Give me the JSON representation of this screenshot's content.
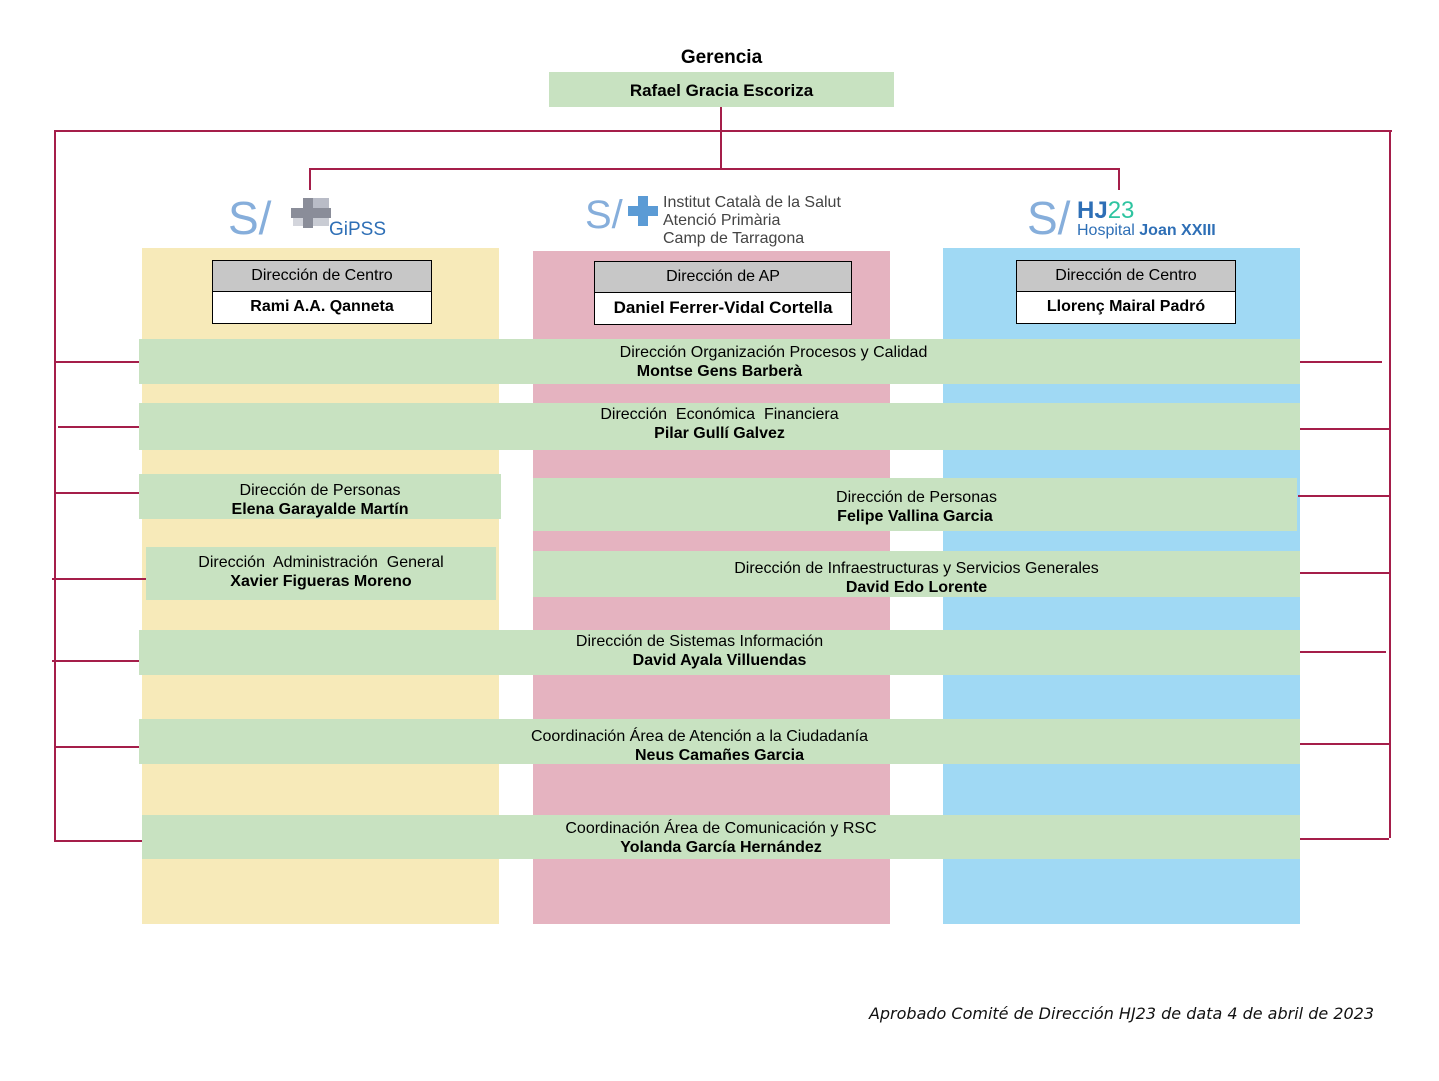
{
  "gerencia": {
    "title": "Gerencia",
    "name": "Rafael Gracia Escoriza"
  },
  "logos": {
    "gipss": {
      "mark": "S/",
      "text": "GiPSS",
      "icon": "gipss-cross-icon"
    },
    "ics": {
      "mark": "S/",
      "line1": "Institut Català de la Salut",
      "line2": "Atenció Primària",
      "line3": "Camp de Tarragona",
      "icon": "ics-cross-icon"
    },
    "hj23": {
      "mark": "S/",
      "code_h": "HJ",
      "code_n": "23",
      "text1": "Hospital",
      "text2": "Joan XXIII"
    }
  },
  "directors": {
    "gipss": {
      "role": "Dirección de Centro",
      "name": "Rami A.A. Qanneta"
    },
    "ics": {
      "role": "Dirección de AP",
      "name": "Daniel Ferrer-Vidal Cortella"
    },
    "hj23": {
      "role": "Dirección de Centro",
      "name": "Llorenç Mairal Padró"
    }
  },
  "units": {
    "organizacion": {
      "title": "Dirección Organización Procesos y Calidad",
      "name": "Montse Gens Barberà"
    },
    "economica": {
      "title": "Dirección  Económica  Financiera",
      "name": "Pilar Gullí Galvez"
    },
    "personas_gipss": {
      "title": "Dirección de Personas",
      "name": "Elena Garayalde Martín"
    },
    "administracion": {
      "title": "Dirección  Administración  General",
      "name": "Xavier Figueras Moreno"
    },
    "personas": {
      "title": "Dirección de Personas",
      "name": "Felipe Vallina Garcia"
    },
    "infraestructuras": {
      "title": "Dirección de Infraestructuras y Servicios Generales",
      "name": "David Edo Lorente"
    },
    "sistemas": {
      "title": "Dirección de Sistemas Información",
      "name": "David Ayala Villuendas"
    },
    "ciudadania": {
      "title": "Coordinación Área de Atención a la Ciudadanía",
      "name": "Neus Camañes Garcia"
    },
    "comunicacion": {
      "title": "Coordinación Área de Comunicación y RSC",
      "name": "Yolanda García Hernández"
    }
  },
  "colors": {
    "connector": "#a51e4a",
    "gipss_column": "#f7eab9",
    "ics_column": "#e5b3c0",
    "hj23_column": "#a0d9f4",
    "unit_box": "#c8e2c1",
    "director_header": "#c7c7c7"
  },
  "footer": "Aprobado Comité de Dirección HJ23 de data 4 de abril de 2023"
}
